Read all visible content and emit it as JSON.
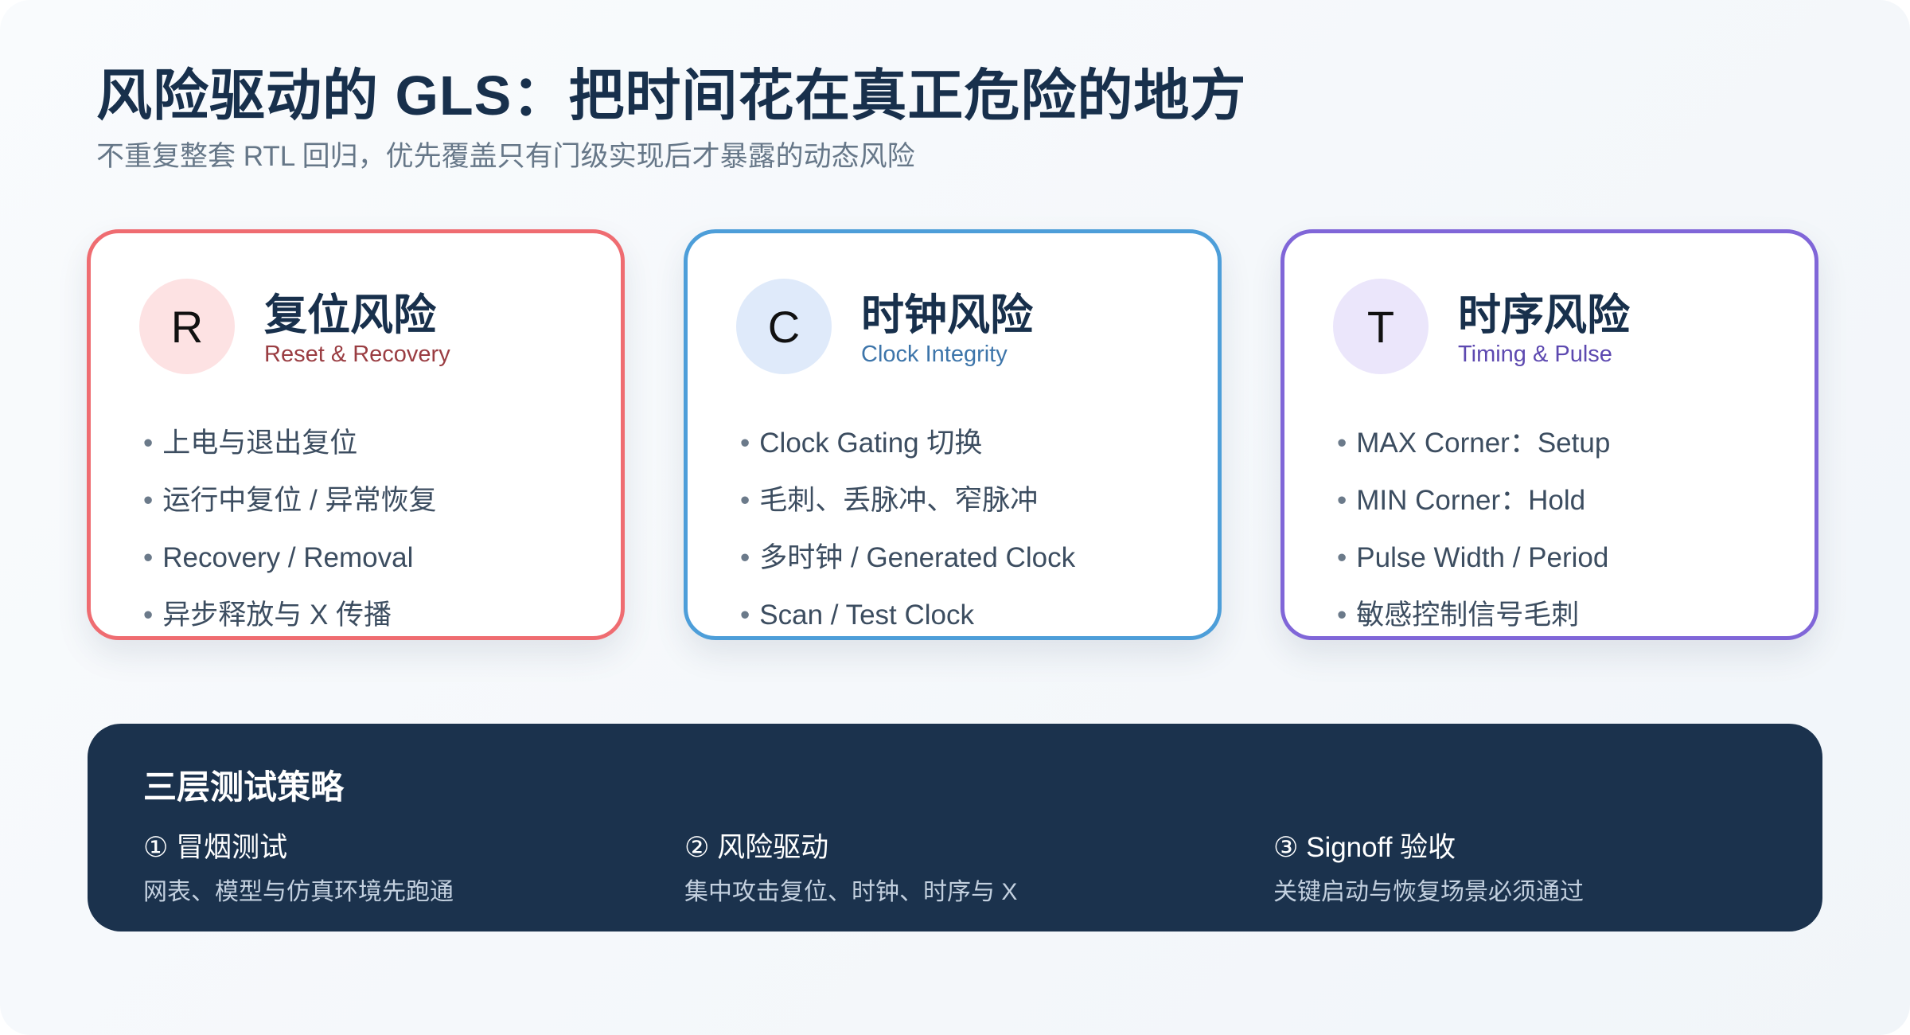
{
  "header": {
    "title": "风险驱动的 GLS：把时间花在真正危险的地方",
    "subtitle": "不重复整套 RTL 回归，优先覆盖只有门级实现后才暴露的动态风险"
  },
  "cards": [
    {
      "badge": "R",
      "title": "复位风险",
      "subtitle": "Reset & Recovery",
      "accent": "#ef6c71",
      "items": [
        "上电与退出复位",
        "运行中复位 / 异常恢复",
        "Recovery / Removal",
        "异步释放与 X 传播"
      ]
    },
    {
      "badge": "C",
      "title": "时钟风险",
      "subtitle": "Clock Integrity",
      "accent": "#4d9ed9",
      "items": [
        "Clock Gating 切换",
        "毛刺、丢脉冲、窄脉冲",
        "多时钟 / Generated Clock",
        "Scan / Test Clock"
      ]
    },
    {
      "badge": "T",
      "title": "时序风险",
      "subtitle": "Timing & Pulse",
      "accent": "#8066d8",
      "items": [
        "MAX Corner：Setup",
        "MIN Corner：Hold",
        "Pulse Width / Period",
        "敏感控制信号毛刺"
      ]
    }
  ],
  "strategy": {
    "title": "三层测试策略",
    "bg_color": "#1b324d",
    "steps": [
      {
        "label": "① 冒烟测试",
        "desc": "网表、模型与仿真环境先跑通"
      },
      {
        "label": "② 风险驱动",
        "desc": "集中攻击复位、时钟、时序与 X"
      },
      {
        "label": "③ Signoff 验收",
        "desc": "关键启动与恢复场景必须通过"
      }
    ]
  }
}
